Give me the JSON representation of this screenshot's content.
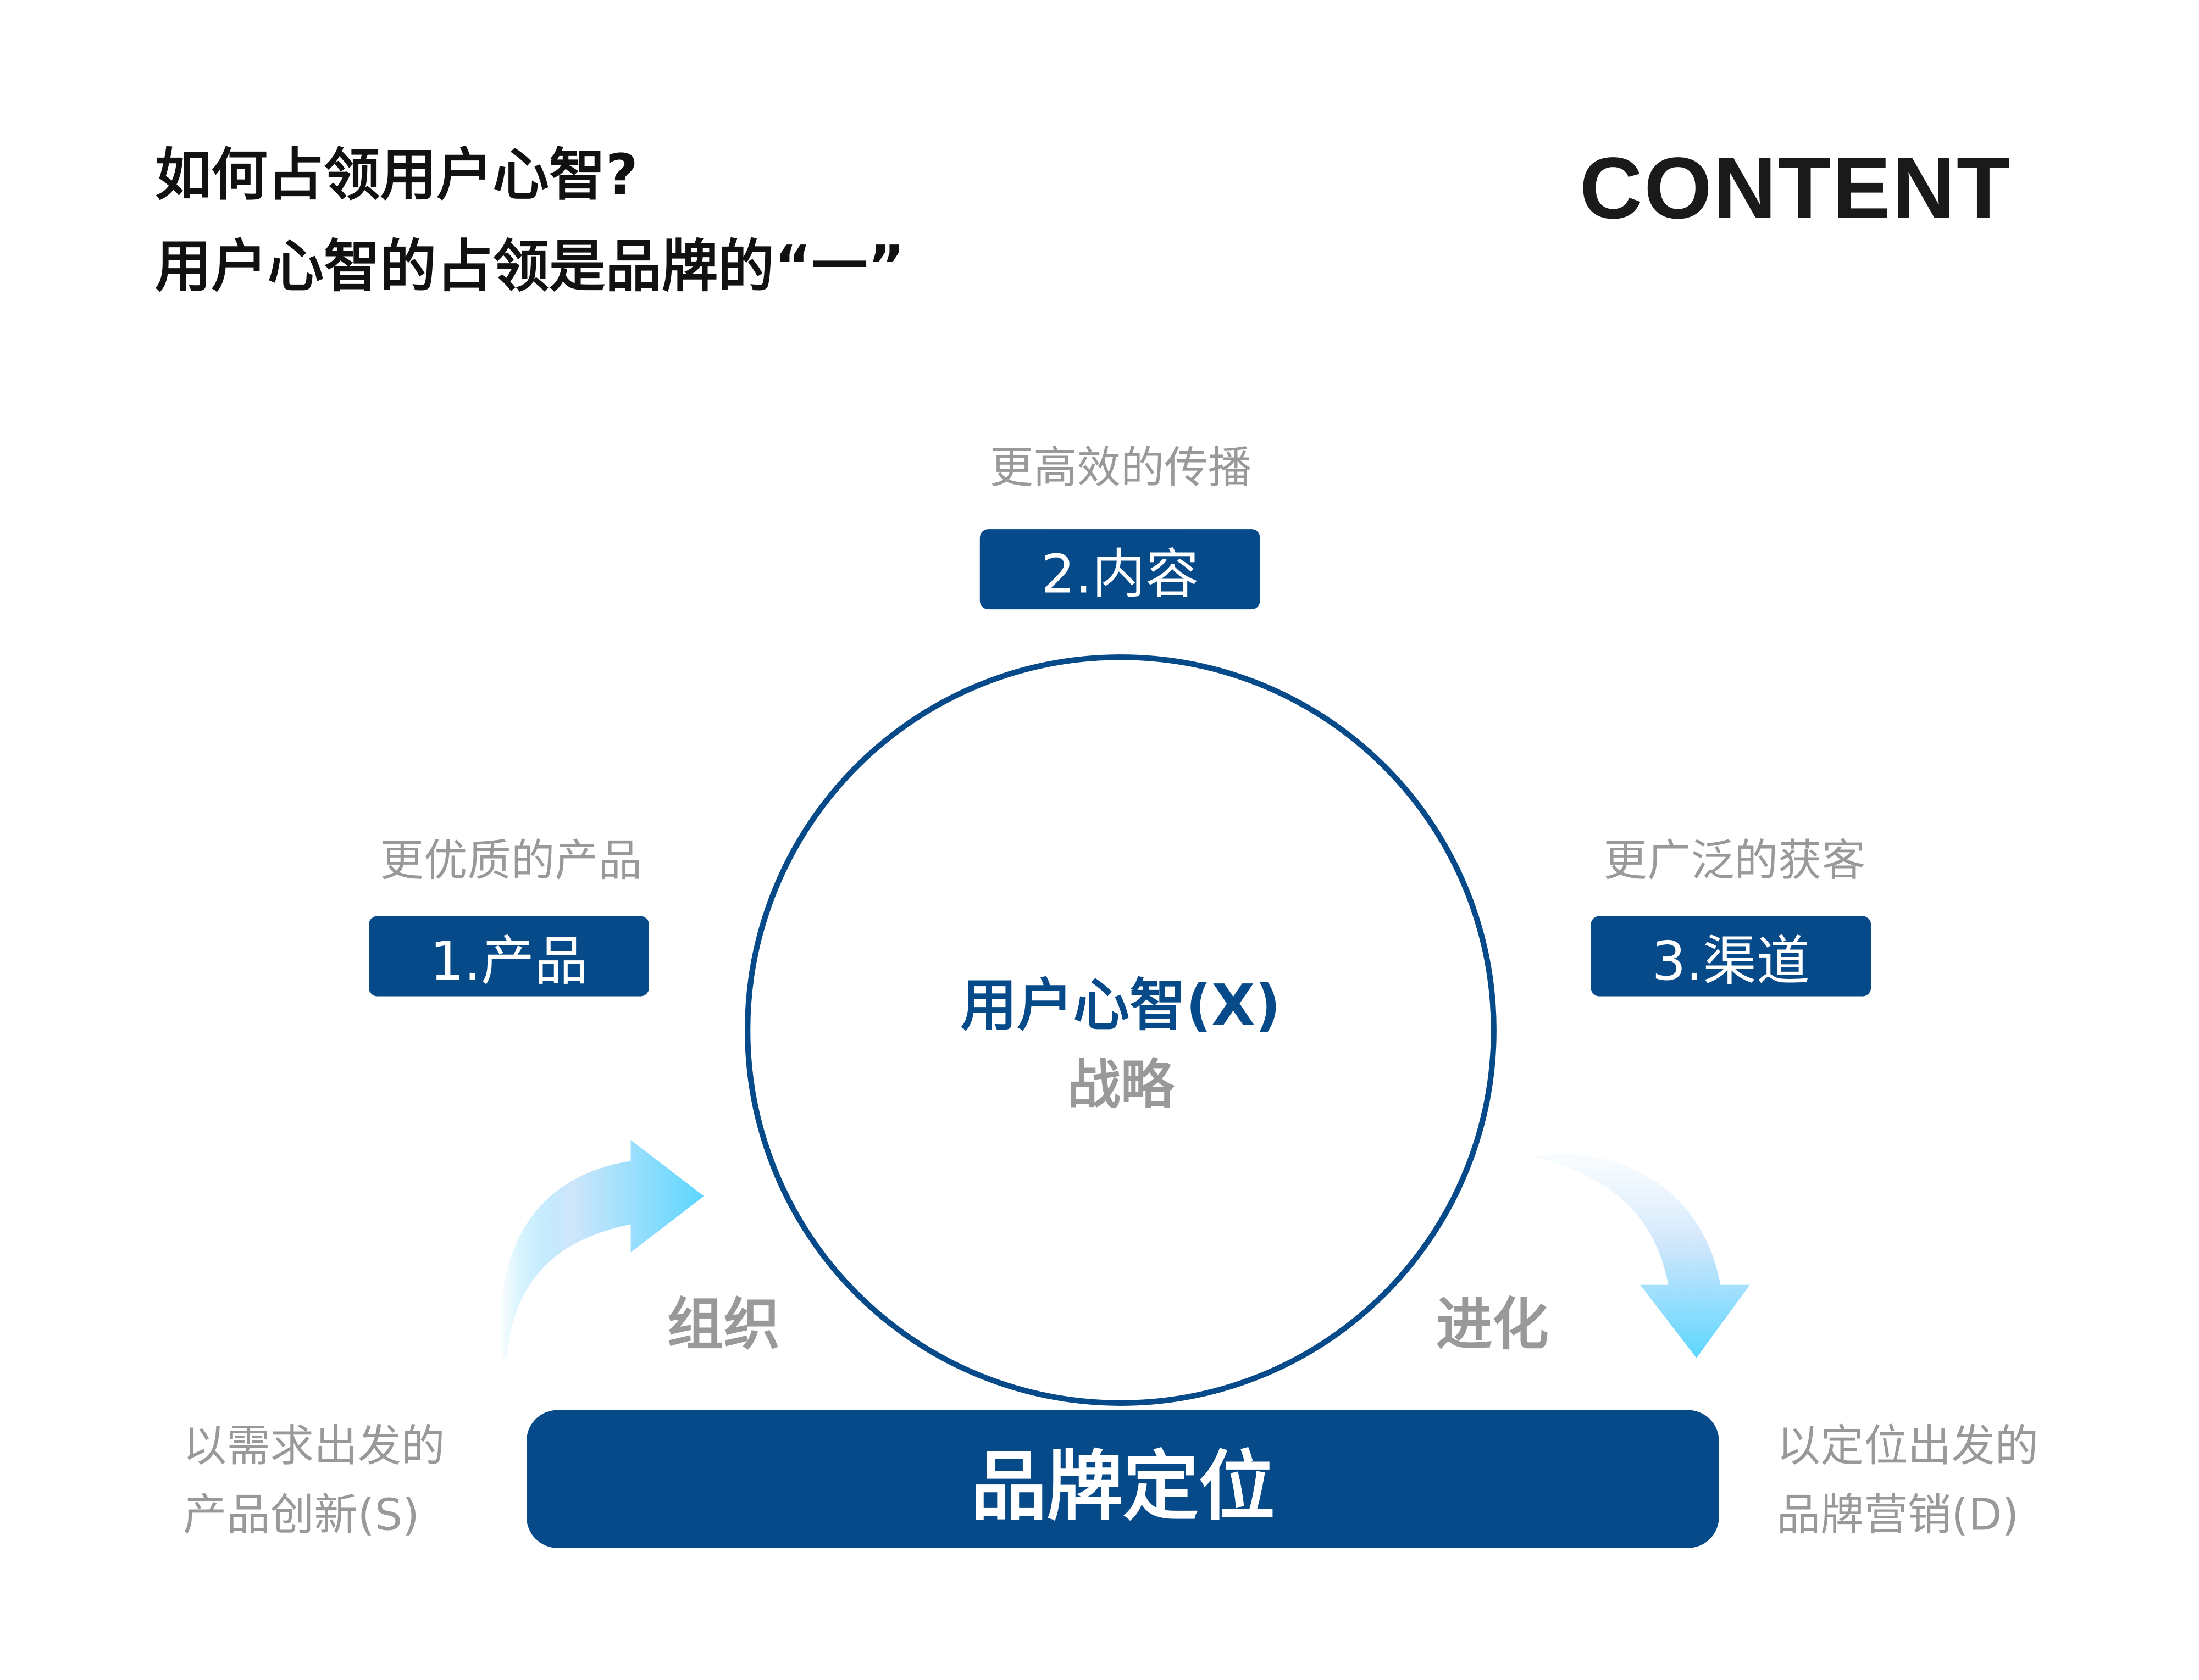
{
  "header": {
    "title_line1": "如何占领用户心智?",
    "title_line2": "用户心智的占领是品牌的“一”",
    "brand_word": "CONTENT"
  },
  "diagram": {
    "center": {
      "label": "用户心智(X)",
      "sublabel": "战略"
    },
    "nodes": [
      {
        "caption": "更优质的产品",
        "label": "1.产品"
      },
      {
        "caption": "更高效的传播",
        "label": "2.内容"
      },
      {
        "caption": "更广泛的获客",
        "label": "3.渠道"
      }
    ],
    "left_flow_label": "组织",
    "right_flow_label": "进化",
    "base": {
      "label": "品牌定位"
    },
    "left_note": [
      "以需求出发的",
      "产品创新(S)"
    ],
    "right_note": [
      "以定位出发的",
      "品牌营销(D)"
    ]
  },
  "colors": {
    "primary": "#064a89",
    "muted": "#999999",
    "arrow": "#5cd6ff"
  }
}
